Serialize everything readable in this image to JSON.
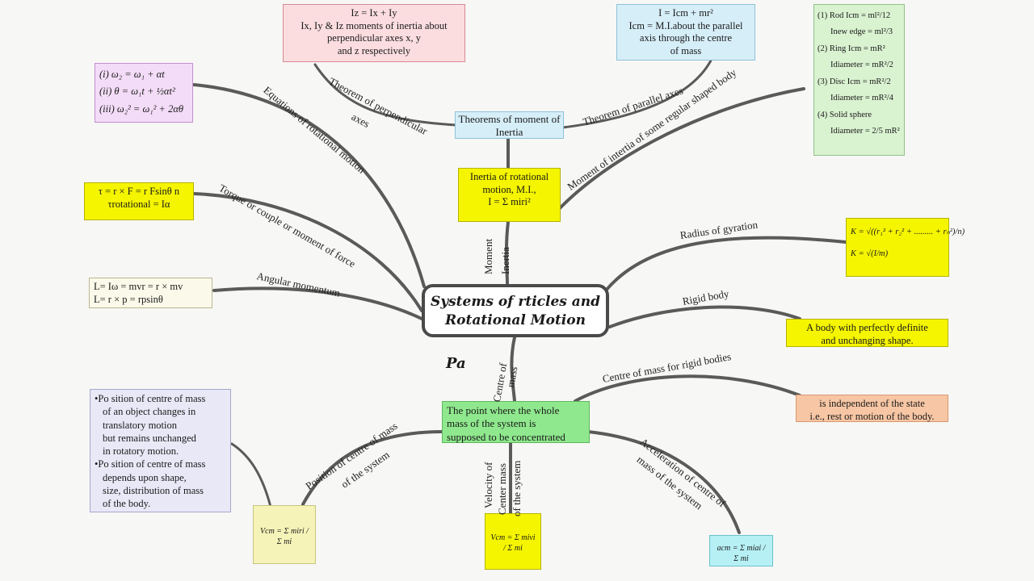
{
  "center": {
    "line1": "Systems of     rticles and",
    "line2": "Rotational Motion",
    "fragment": "Pa"
  },
  "branches": {
    "theorems": "Theorems of moment of Inertia",
    "perpendicular_label1": "Theorem of perpendicular",
    "perpendicular_label2": "axes",
    "parallel_label": "Theorem of parallel axes",
    "moment_regular_label": "Moment of intertia of some regular shaped body",
    "inertia_label1": "Moment",
    "inertia_label2": "Inertia",
    "equations_label": "Equations of rotational motion",
    "torque_label": "Torque or couple or moment of force",
    "angular_label": "Angular momentum",
    "radius_label": "Radius of gyration",
    "rigid_label": "Rigid body",
    "com_rigid_label": "Centre of mass for rigid bodies",
    "centre_mass_label1": "Centre of",
    "centre_mass_label2": "mass",
    "position_label1": "Position of centre of mass",
    "position_label2": "of the system",
    "velocity_label1": "Velocity of",
    "velocity_label2": "Center mass",
    "velocity_label3": "of the system",
    "accel_label1": "Acceleration of centre of",
    "accel_label2": "mass of the system"
  },
  "boxes": {
    "perpendicular": [
      "Iz = Ix + Iy",
      "Ix, Iy & Iz moments of inertia about",
      "perpendicular axes x, y",
      "and z respectively"
    ],
    "parallel": [
      "I = Icm + mr²",
      "Icm = M.I.about the parallel",
      "axis through the centre",
      "of mass"
    ],
    "regular": [
      "(1) Rod  Icm = ml²/12",
      "Inew edge = ml²/3",
      "(2) Ring Icm = mR²",
      "Idiameter = mR²/2",
      "(3) Disc Icm = mR²/2",
      "Idiameter = mR²/4",
      "(4) Solid sphere",
      "Idiameter = 2/5 mR²"
    ],
    "inertia": [
      "Inertia of rotational",
      "motion, M.I.,",
      "I = Σ miri²"
    ],
    "equations": [
      "(i)   ω₂ = ω₁ + αt",
      "(ii)   θ = ω₁t + ½αt²",
      "(iii)   ω₂² = ω₁² + 2αθ"
    ],
    "torque": [
      "τ = r × F = r Fsinθ n",
      "τrotational = Iα"
    ],
    "angular": [
      "L= Iω = mvr = r × mv",
      "L= r × p = rpsinθ"
    ],
    "radius": [
      "K = √((r₁² + r₂² + ......... + rₙ²)/n)",
      "K = √(I/m)"
    ],
    "rigid": [
      "A body with perfectly definite",
      "and unchanging shape."
    ],
    "com_rigid": [
      "is independent of the state",
      "i.e., rest or motion of the body."
    ],
    "centre_mass": [
      "The point where the whole",
      "mass of the system is",
      "supposed to be concentrated"
    ],
    "position": [
      "•Po sition of centre of mass",
      "of an object changes in",
      "translatory motion",
      "but remains unchanged",
      "in rotatory motion.",
      "•Po sition of centre of mass",
      "depends upon shape,",
      "size, distribution of mass",
      "of the body."
    ],
    "vcm_position": [
      "Vcm = Σ miri / Σ mi"
    ],
    "vcm_velocity": [
      "Vcm = Σ mivi / Σ mi"
    ],
    "acm": [
      "acm = Σ miai / Σ mi"
    ]
  }
}
